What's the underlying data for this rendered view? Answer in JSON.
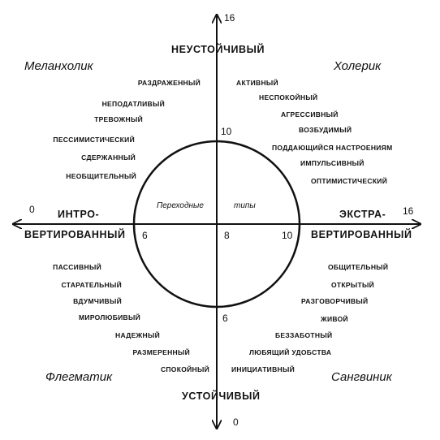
{
  "axes": {
    "top_value": "16",
    "bottom_value": "0",
    "left_value": "0",
    "right_value": "16",
    "top_label": "НЕУСТОЙЧИВЫЙ",
    "bottom_label": "УСТОЙЧИВЫЙ",
    "left_label_line1": "ИНТРО-",
    "left_label_line2": "ВЕРТИРОВАННЫЙ",
    "right_label_line1": "ЭКСТРА-",
    "right_label_line2": "ВЕРТИРОВАННЫЙ"
  },
  "circle_ticks": {
    "top": "10",
    "bottom": "6",
    "left": "6",
    "right": "10",
    "center": "8"
  },
  "transitional": {
    "left": "Переходные",
    "right": "типы"
  },
  "temperaments": {
    "melancholic": "Меланхолик",
    "choleric": "Холерик",
    "phlegmatic": "Флегматик",
    "sanguine": "Сангвиник"
  },
  "quadrants": {
    "upper_left": [
      "РАЗДРАЖЕННЫЙ",
      "НЕПОДАТЛИВЫЙ",
      "ТРЕВОЖНЫЙ",
      "ПЕССИМИСТИЧЕСКИЙ",
      "СДЕРЖАННЫЙ",
      "НЕОБЩИТЕЛЬНЫЙ"
    ],
    "upper_right": [
      "АКТИВНЫЙ",
      "НЕСПОКОЙНЫЙ",
      "АГРЕССИВНЫЙ",
      "ВОЗБУДИМЫЙ",
      "ПОДДАЮЩИЙСЯ НАСТРОЕНИЯМ",
      "ИМПУЛЬСИВНЫЙ",
      "ОПТИМИСТИЧЕСКИЙ"
    ],
    "lower_left": [
      "ПАССИВНЫЙ",
      "СТАРАТЕЛЬНЫЙ",
      "ВДУМЧИВЫЙ",
      "МИРОЛЮБИВЫЙ",
      "НАДЕЖНЫЙ",
      "РАЗМЕРЕННЫЙ",
      "СПОКОЙНЫЙ"
    ],
    "lower_right": [
      "ОБЩИТЕЛЬНЫЙ",
      "ОТКРЫТЫЙ",
      "РАЗГОВОРЧИВЫЙ",
      "ЖИВОЙ",
      "БЕЗЗАБОТНЫЙ",
      "ЛЮБЯЩИЙ УДОБСТВА",
      "ИНИЦИАТИВНЫЙ"
    ]
  }
}
